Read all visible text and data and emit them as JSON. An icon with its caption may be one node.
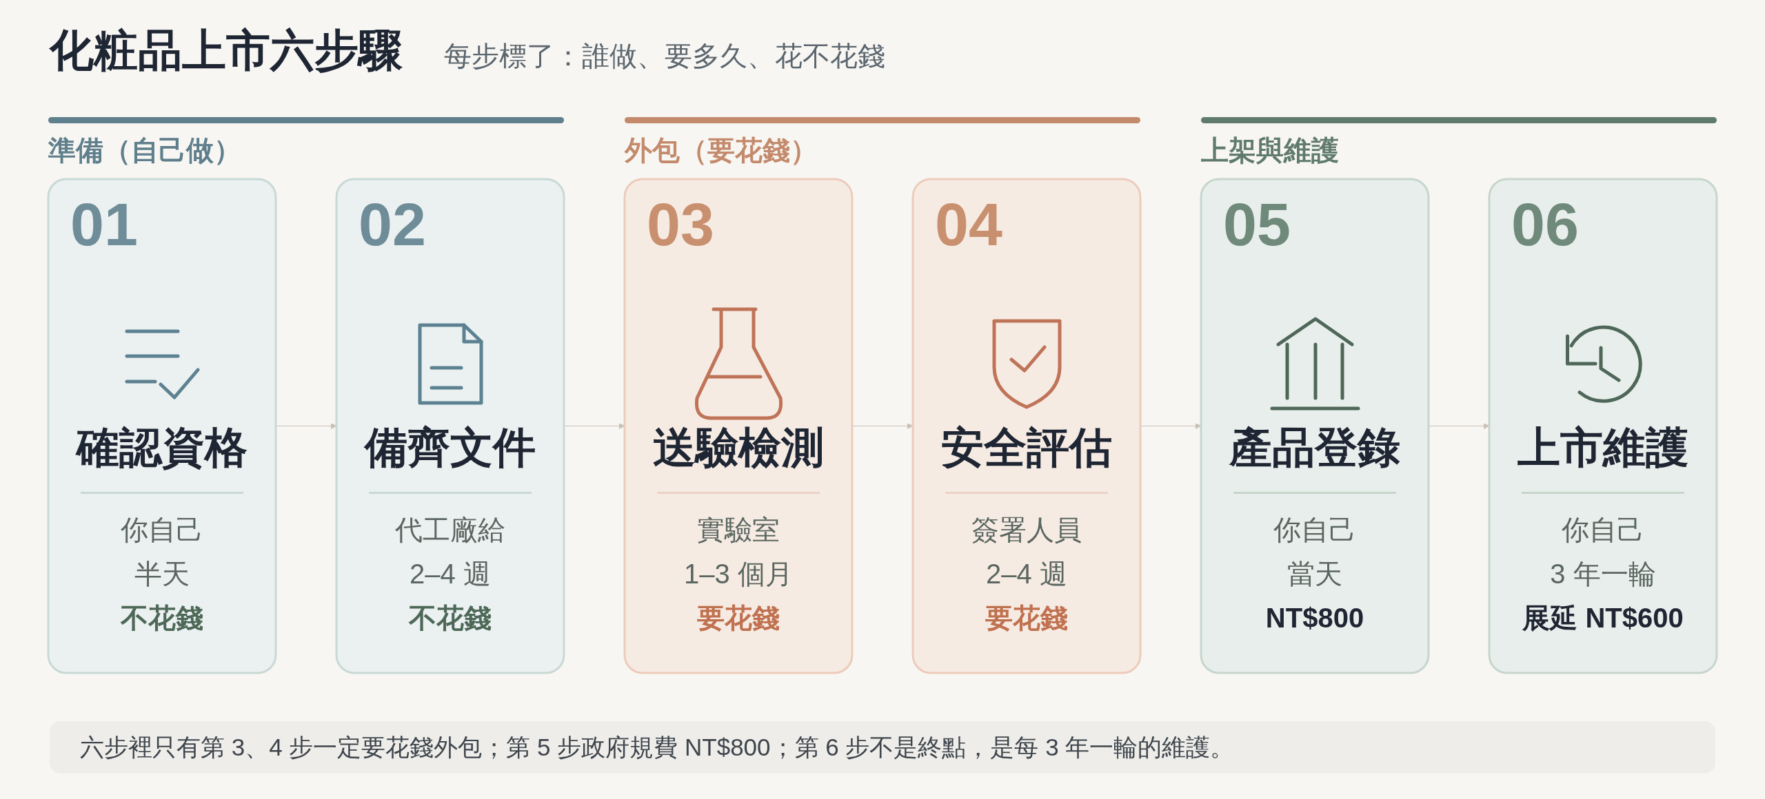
{
  "diagram": {
    "title": "化粧品上市六步驟",
    "caption": "六步裡只有第 3、4 步一定要花錢外包；第 5 步政府規費 NT$800；第 6 步不是終點，是每 3 年一輪的維護。",
    "nodes": [
      {
        "text": [
          "01",
          "確認資格",
          "你自己",
          "半天",
          "不花錢"
        ]
      },
      {
        "text": [
          "02",
          "備齊文件",
          "代工廠給",
          "2–4 週",
          "不花錢"
        ]
      },
      {
        "text": [
          "03",
          "送驗檢測",
          "實驗室",
          "1–3 個月",
          "要花錢"
        ]
      },
      {
        "text": [
          "04",
          "安全評估",
          "簽署人員",
          "2–4 週",
          "要花錢"
        ]
      },
      {
        "text": [
          "05",
          "產品登錄",
          "你自己",
          "當天",
          "NT$800"
        ]
      },
      {
        "text": [
          "06",
          "上市維護",
          "你自己",
          "3 年一輪",
          "展延 NT$600"
        ]
      }
    ],
    "edges": [
      {
        "from": 0,
        "to": 1,
        "arrow": "to"
      },
      {
        "from": 1,
        "to": 2,
        "arrow": "to"
      },
      {
        "from": 2,
        "to": 3,
        "arrow": "to"
      },
      {
        "from": 3,
        "to": 4,
        "arrow": "to"
      },
      {
        "from": 4,
        "to": 5,
        "arrow": "to"
      }
    ],
    "labels": [
      "每步標了：誰做、要多久、花不花錢",
      "準備（自己做）",
      "外包（要花錢）",
      "上架與維護"
    ]
  }
}
